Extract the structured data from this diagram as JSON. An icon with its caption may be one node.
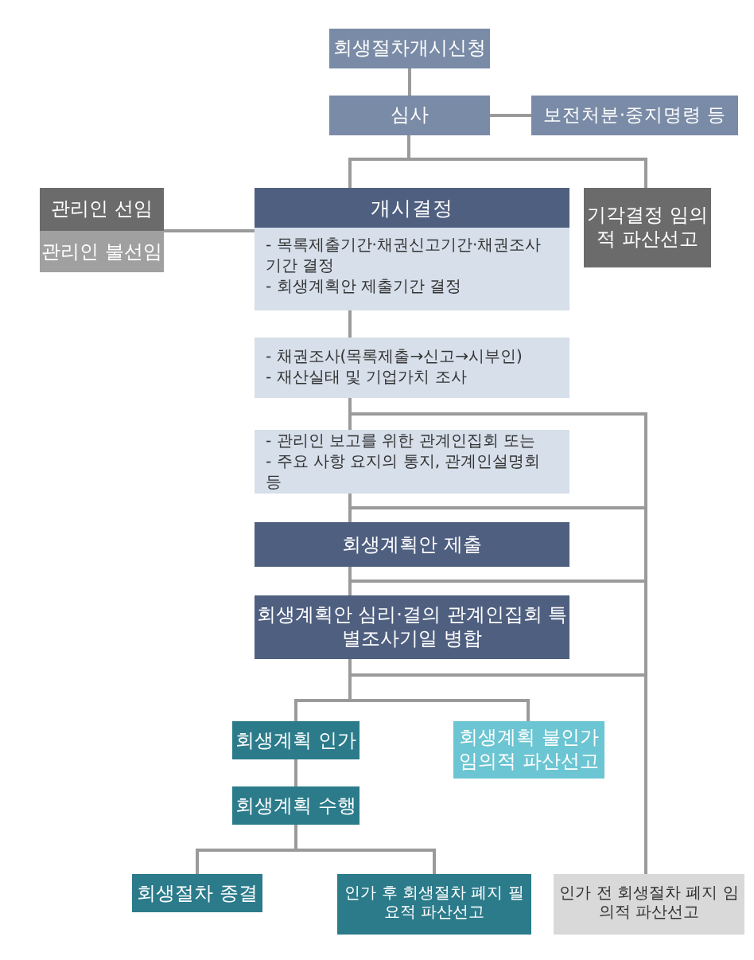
{
  "diagram": {
    "nodes": [
      {
        "text": [
          "회생절차개시신청"
        ]
      },
      {
        "text": [
          "심사"
        ]
      },
      {
        "text": [
          "보전처분·중지명령 등"
        ]
      },
      {
        "text": [
          "관리인 선임"
        ]
      },
      {
        "text": [
          "관리인 불선임"
        ]
      },
      {
        "text": [
          "개시결정",
          "- 목록제출기간·채권신고기간·채권조사 기간 결정",
          "- 회생계획안 제출기간 결정"
        ]
      },
      {
        "text": [
          "기각결정 임의적 파산선고"
        ]
      },
      {
        "text": [
          "- 채권조사(목록제출→신고→시부인)",
          "- 재산실태 및 기업가치 조사"
        ]
      },
      {
        "text": [
          "- 관리인 보고를 위한 관계인집회 또는",
          "- 주요 사항 요지의 통지, 관계인설명회 등"
        ]
      },
      {
        "text": [
          "회생계획안 제출"
        ]
      },
      {
        "text": [
          "회생계획안 심리·결의 관계인집회 특별조사기일 병합"
        ]
      },
      {
        "text": [
          "회생계획 인가"
        ]
      },
      {
        "text": [
          "회생계획 불인가 임의적 파산선고"
        ]
      },
      {
        "text": [
          "회생계획 수행"
        ]
      },
      {
        "text": [
          "회생절차 종결"
        ]
      },
      {
        "text": [
          "인가 후 회생절차 폐지 필요적 파산선고"
        ]
      },
      {
        "text": [
          "인가 전 회생절차 폐지 임의적 파산선고"
        ]
      }
    ],
    "edges": [
      {
        "from": 0,
        "to": 1,
        "arrow": "none"
      },
      {
        "from": 1,
        "to": 2,
        "arrow": "none"
      },
      {
        "from": 1,
        "to": 5,
        "arrow": "none"
      },
      {
        "from": 1,
        "to": 6,
        "arrow": "none"
      },
      {
        "from": 5,
        "to": 3,
        "arrow": "none"
      },
      {
        "from": 5,
        "to": 4,
        "arrow": "none"
      },
      {
        "from": 5,
        "to": 7,
        "arrow": "none"
      },
      {
        "from": 7,
        "to": 8,
        "arrow": "none"
      },
      {
        "from": 8,
        "to": 9,
        "arrow": "none"
      },
      {
        "from": 9,
        "to": 10,
        "arrow": "none"
      },
      {
        "from": 7,
        "to": 16,
        "arrow": "none"
      },
      {
        "from": 8,
        "to": 16,
        "arrow": "none"
      },
      {
        "from": 9,
        "to": 16,
        "arrow": "none"
      },
      {
        "from": 10,
        "to": 16,
        "arrow": "none"
      },
      {
        "from": 10,
        "to": 11,
        "arrow": "none"
      },
      {
        "from": 10,
        "to": 12,
        "arrow": "none"
      },
      {
        "from": 11,
        "to": 13,
        "arrow": "none"
      },
      {
        "from": 13,
        "to": 14,
        "arrow": "none"
      },
      {
        "from": 13,
        "to": 15,
        "arrow": "none"
      }
    ]
  }
}
